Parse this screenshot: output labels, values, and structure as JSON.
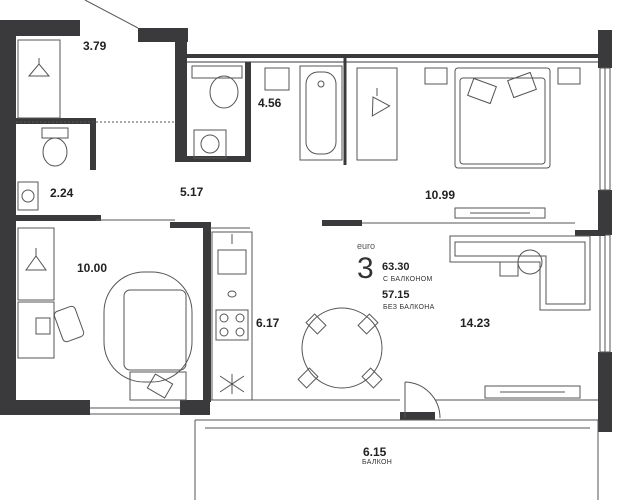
{
  "rooms": {
    "r1": "3.79",
    "r2": "4.56",
    "r3": "2.24",
    "r4": "5.17",
    "r5": "10.99",
    "r6": "10.00",
    "r7": "6.17",
    "r8": "14.23",
    "r9": "6.15"
  },
  "balcony_label": "БАЛКОН",
  "summary": {
    "tag": "euro",
    "rooms_count": "3",
    "area_with_balcony": "63.30",
    "with_balcony_label": "С БАЛКОНОМ",
    "area_without_balcony": "57.15",
    "without_balcony_label": "БЕЗ БАЛКОНА"
  },
  "colors": {
    "wall": "#3a3a3c",
    "line": "#555555",
    "background": "#ffffff"
  }
}
